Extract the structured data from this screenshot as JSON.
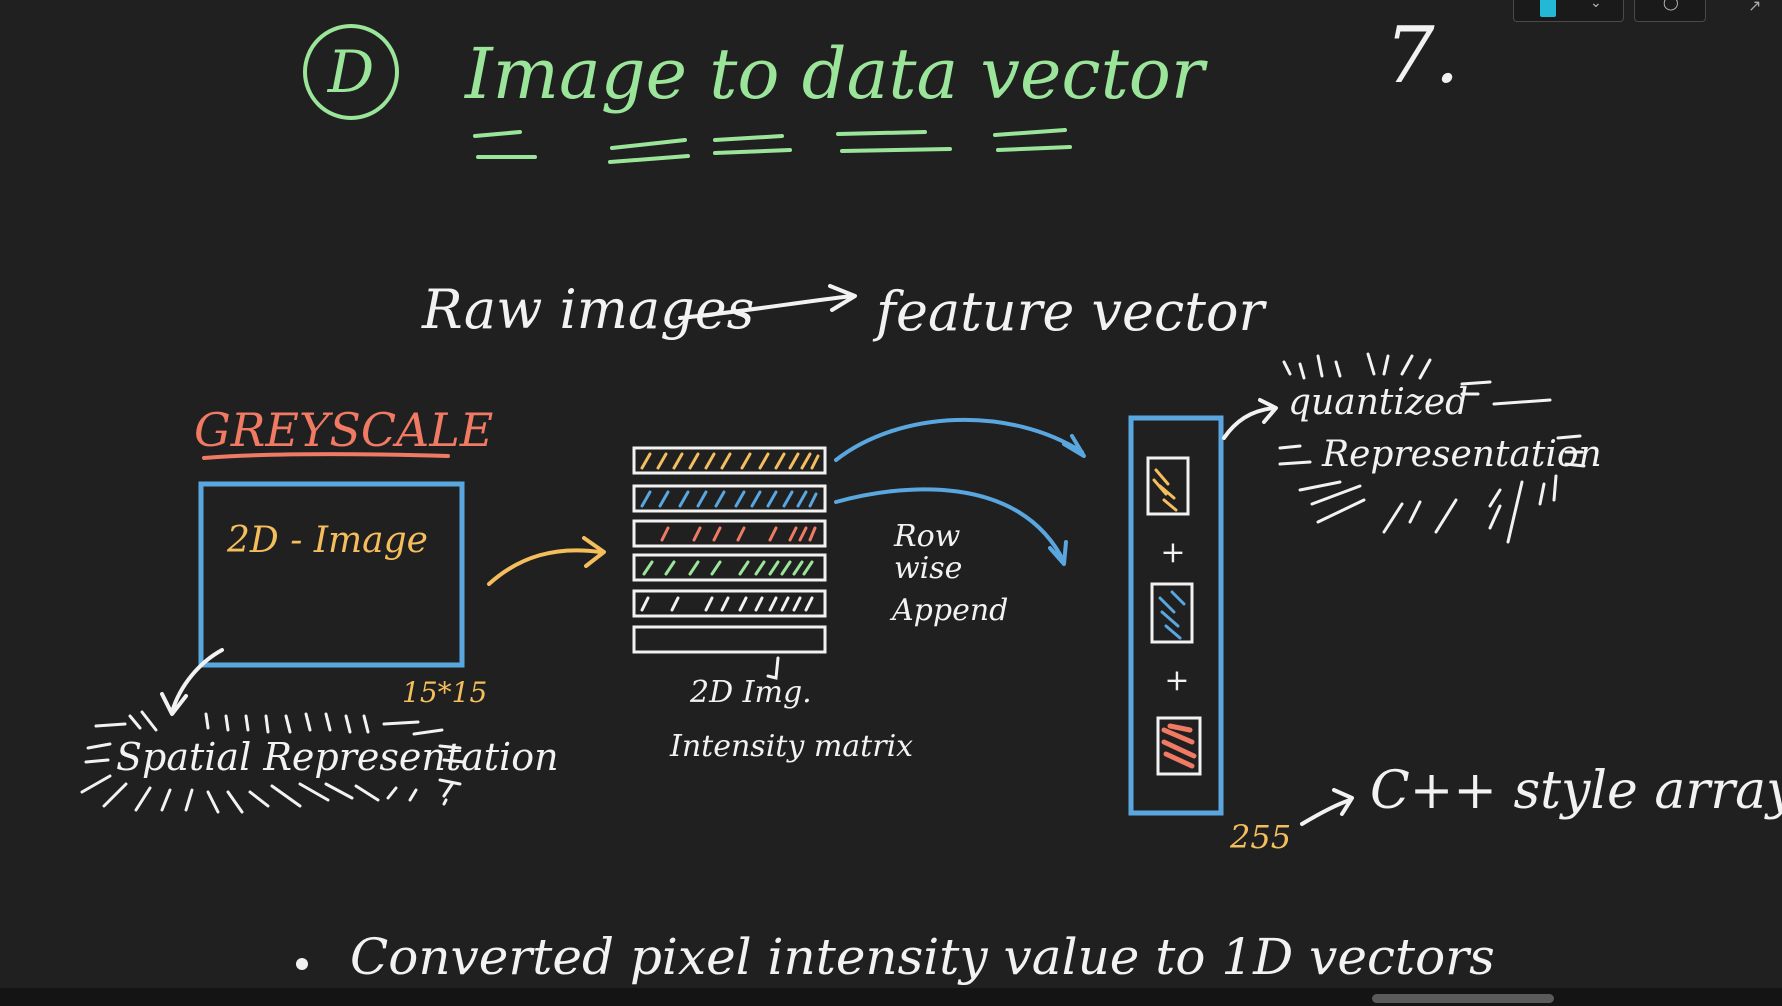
{
  "section_marker": "D",
  "title": "Image to data vector",
  "page_number": "7.",
  "flow": {
    "from": "Raw images",
    "to": "feature vector"
  },
  "greyscale_label": "GREYSCALE",
  "image_box_label": "2D - Image",
  "image_size": "15*15",
  "spatial_label": "Spatial Representation",
  "matrix_label_line1": "2D Img.",
  "matrix_label_line2": "Intensity matrix",
  "append_label": [
    "Row",
    "wise",
    "Append"
  ],
  "plus_sign": "+",
  "quantized_line1": "quantized",
  "quantized_line2": "Representation",
  "vector_length": "255",
  "cpp_label": "C++ style array",
  "bullet_text": "Converted pixel intensity value to 1D vectors",
  "colors": {
    "background": "#202020",
    "green": "#9be59a",
    "white": "#f2f2f2",
    "red": "#f07a63",
    "blue": "#5aa7e0",
    "yellow": "#f5be5c",
    "pen_accent": "#23b8d6"
  },
  "icons": [
    "pen-color-swatch",
    "chevron-down-icon",
    "lightbulb-icon",
    "expand-icon"
  ]
}
